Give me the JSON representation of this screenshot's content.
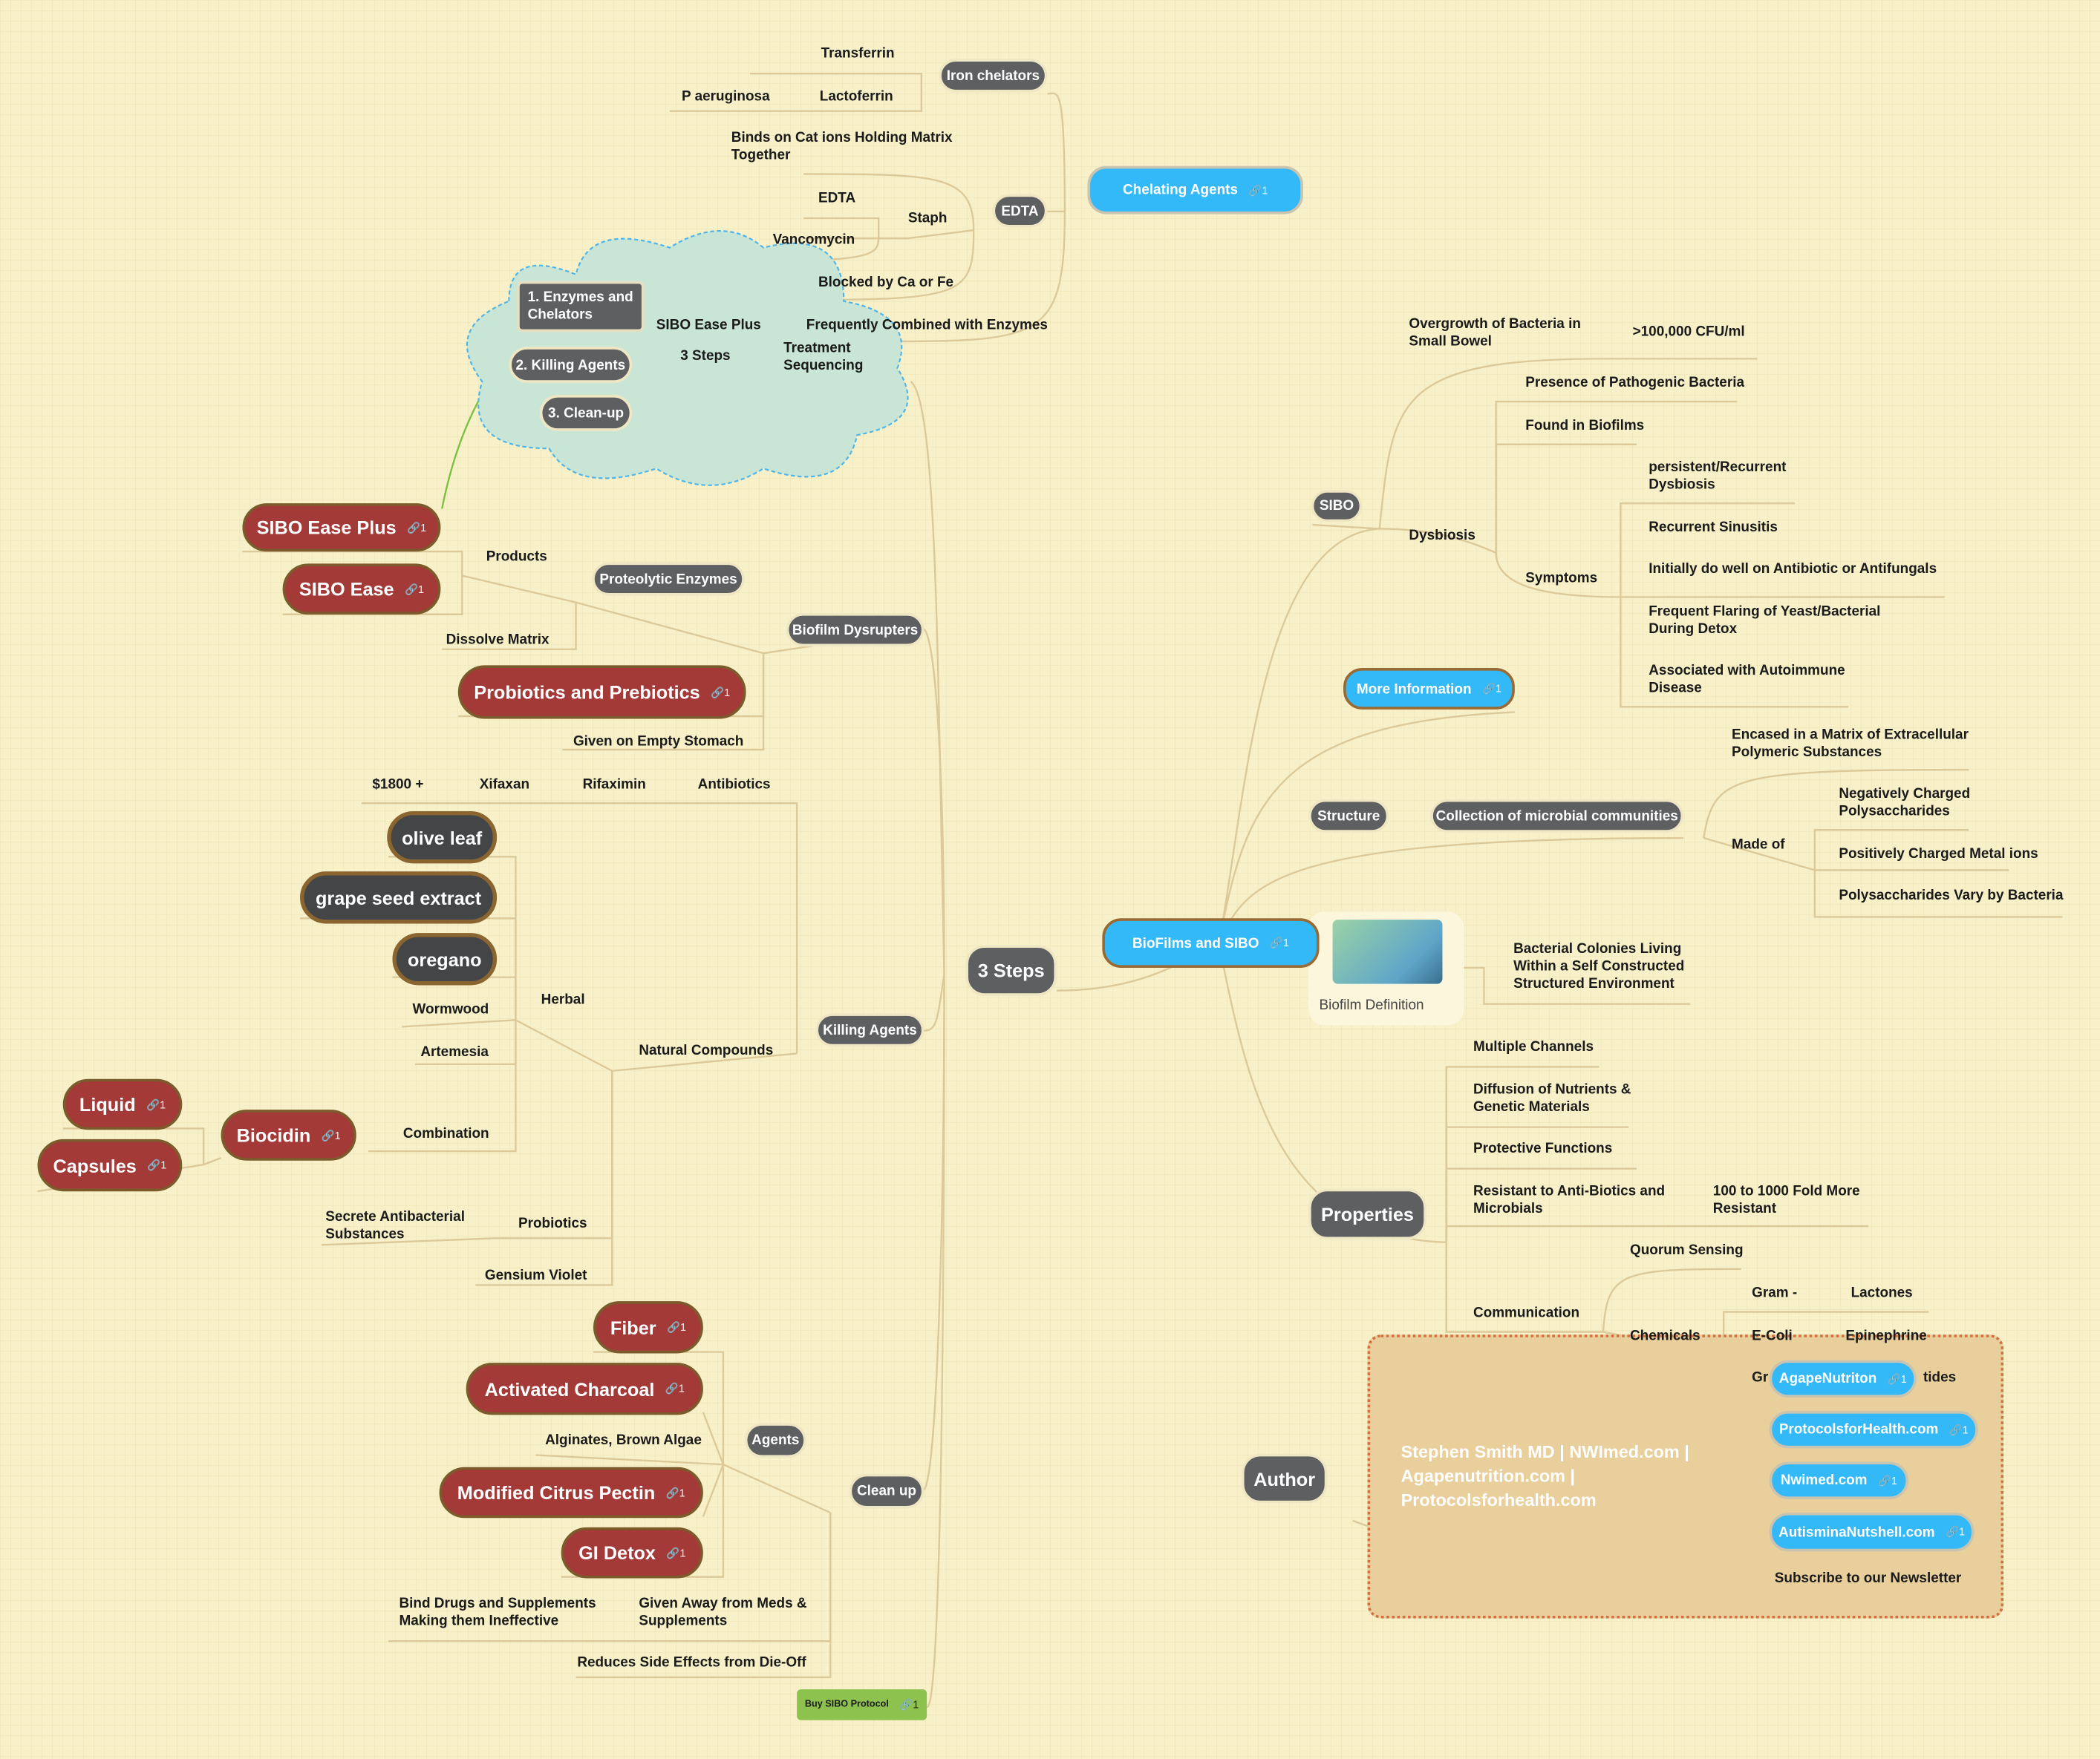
{
  "central": {
    "biofilms": "BioFilms and SIBO",
    "three_steps": "3 Steps"
  },
  "chelating": {
    "title": "Chelating Agents",
    "iron_chelators": "Iron chelators",
    "transferrin": "Transferrin",
    "lactoferrin": "Lactoferrin",
    "p_aeruginosa": "P aeruginosa",
    "binds": "Binds on Cat ions Holding Matrix\nTogether",
    "edta_pill": "EDTA",
    "edta": "EDTA",
    "staph": "Staph",
    "vancomycin": "Vancomycin",
    "blocked": "Blocked by Ca or Fe",
    "combined": "Frequently Combined with Enzymes"
  },
  "sequencing": {
    "title": "Treatment\nSequencing",
    "sibo_ease_plus": "SIBO Ease Plus",
    "three_steps": "3 Steps",
    "step1": "1. Enzymes and\nChelators",
    "step2": "2. Killing Agents",
    "step3": "3. Clean-up"
  },
  "dysrupters": {
    "title": "Biofilm Dysrupters",
    "proteolytic": "Proteolytic Enzymes",
    "products": "Products",
    "sibo_ease_plus": "SIBO Ease Plus",
    "sibo_ease": "SIBO Ease",
    "dissolve": "Dissolve Matrix",
    "probiotics_prebiotics": "Probiotics and Prebiotics",
    "empty_stomach": "Given on Empty Stomach"
  },
  "killing": {
    "title": "Killing Agents",
    "antibiotics": "Antibiotics",
    "rifaximin": "Rifaximin",
    "xifaxan": "Xifaxan",
    "price": "$1800 +",
    "natural": "Natural Compounds",
    "herbal": "Herbal",
    "olive_leaf": "olive leaf",
    "grape_seed": "grape seed extract",
    "oregano": "oregano",
    "wormwood": "Wormwood",
    "artemesia": "Artemesia",
    "combination": "Combination",
    "biocidin": "Biocidin",
    "liquid": "Liquid",
    "capsules": "Capsules",
    "probiotics": "Probiotics",
    "secrete": "Secrete Antibacterial\nSubstances",
    "gensium": "Gensium Violet"
  },
  "cleanup": {
    "title": "Clean up",
    "agents": "Agents",
    "fiber": "Fiber",
    "charcoal": "Activated Charcoal",
    "alginates": "Alginates, Brown Algae",
    "pectin": "Modified Citrus Pectin",
    "gi_detox": "GI Detox",
    "given_away": "Given Away from Meds &\nSupplements",
    "bind_drugs": "Bind Drugs and Supplements\nMaking  them Ineffective",
    "reduces": "Reduces Side Effects from Die-Off",
    "buy": "Buy SIBO Protocol"
  },
  "sibo": {
    "title": "SIBO",
    "overgrowth": "Overgrowth of Bacteria in\nSmall Bowel",
    "cfu": ">100,000 CFU/ml",
    "dysbiosis": "Dysbiosis",
    "presence": "Presence of Pathogenic Bacteria",
    "found": "Found in Biofilms",
    "symptoms": "Symptoms",
    "s1": "persistent/Recurrent\nDysbiosis",
    "s2": "Recurrent Sinusitis",
    "s3": "Initially do well on Antibiotic  or Antifungals",
    "s4": "Frequent Flaring of Yeast/Bacterial\nDuring Detox",
    "s5": "Associated with Autoimmune\nDisease"
  },
  "more_info": "More Information",
  "structure": {
    "title": "Structure",
    "collection": "Collection of microbial communities",
    "encased": "Encased in a Matrix of Extracellular\nPolymeric Substances",
    "made_of": "Made of",
    "neg": "Negatively Charged\nPolysaccharides",
    "pos": "Positively Charged Metal ions",
    "vary": "Polysaccharides Vary by Bacteria"
  },
  "definition": {
    "image_label": "Biofilm Definition",
    "text": "Bacterial Colonies Living\nWithin a Self Constructed\nStructured  Environment"
  },
  "properties": {
    "title": "Properties",
    "p1": "Multiple Channels",
    "p2": "Diffusion of Nutrients &\nGenetic  Materials",
    "p3": "Protective Functions",
    "p4": "Resistant to Anti-Biotics and\nMicrobials",
    "p4b": "100 to 1000 Fold More\nResistant",
    "communication": "Communication",
    "quorum": "Quorum Sensing",
    "chemicals": "Chemicals",
    "gram_neg": "Gram -",
    "lactones": "Lactones",
    "ecoli": "E-Coli",
    "epinephrine": "Epinephrine",
    "gr": "Gr",
    "tides": "tides"
  },
  "author": {
    "title": "Author",
    "text": "Stephen Smith MD | NWImed.com |\nAgapenutrition.com |\nProtocolsforhealth.com",
    "links": [
      "AgapeNutriton",
      "ProtocolsforHealth.com",
      "Nwimed.com",
      "AutisminaNutshell.com"
    ],
    "subscribe": "Subscribe to our Newsletter"
  },
  "link_count": "1",
  "colors": {
    "background": "#f7f0c8",
    "dark_node": "#5e5f61",
    "red_node": "#a33a38",
    "blue_node": "#33b8f8",
    "cloud": "#c9e5d6",
    "summary_box": "#e9cf9c",
    "green_node": "#8dc24f"
  }
}
